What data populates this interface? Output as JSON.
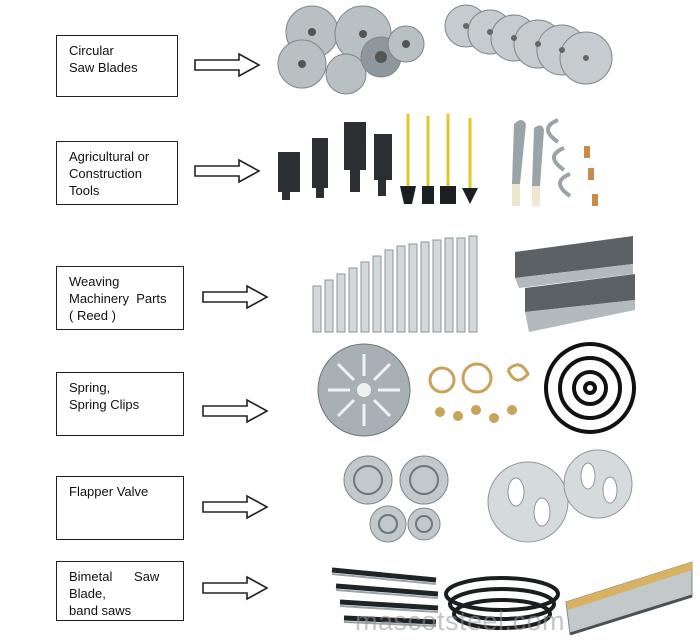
{
  "rows": [
    {
      "lines": [
        "Circular",
        "Saw Blades"
      ]
    },
    {
      "lines": [
        "Agricultural or",
        "Construction",
        "Tools"
      ]
    },
    {
      "lines": [
        "Weaving",
        "Machinery  Parts",
        "( Reed )"
      ]
    },
    {
      "lines": [
        "Spring,",
        "Spring Clips"
      ]
    },
    {
      "lines": [
        "Flapper Valve"
      ]
    },
    {
      "lines": [
        "Bimetal      Saw",
        "Blade,",
        "band saws"
      ]
    }
  ],
  "watermark": "mascotsteel.com",
  "colors": {
    "steel": "#9aa3a8",
    "dark_steel": "#3a3f42",
    "wood": "#c98a4a",
    "yellow": "#e2c62a",
    "brass": "#c9a35a"
  }
}
